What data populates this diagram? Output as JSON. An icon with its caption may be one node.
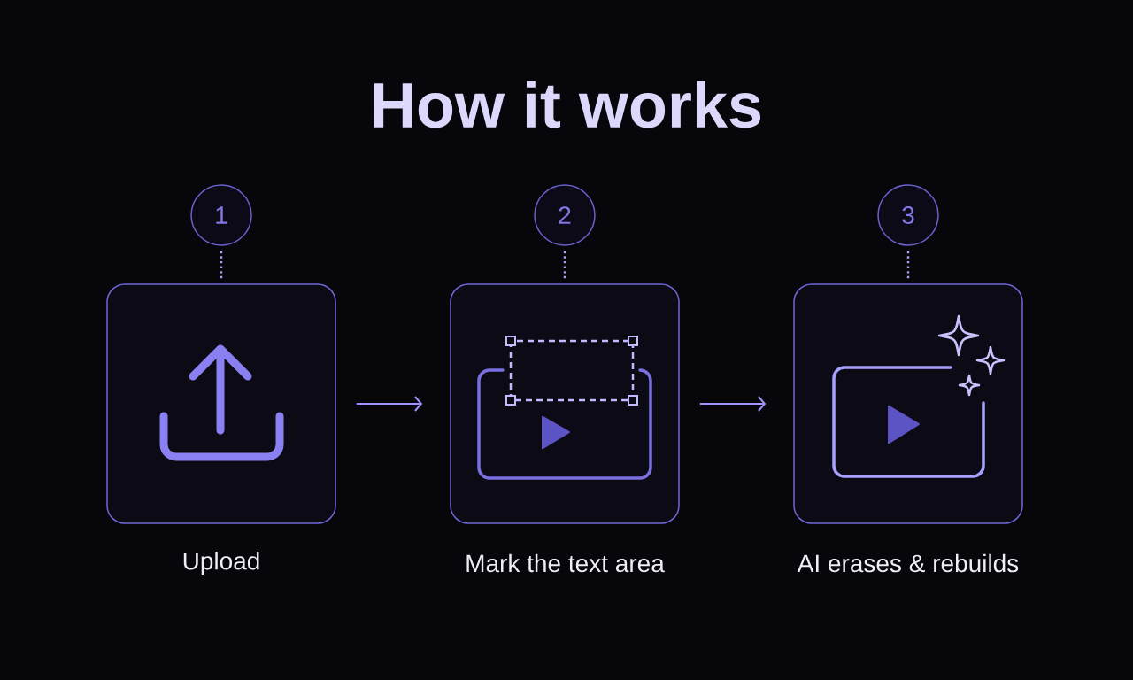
{
  "diagram": {
    "title": "How it works",
    "nodes": [
      {
        "text": [
          "1"
        ]
      },
      {
        "text": [
          "2"
        ]
      },
      {
        "text": [
          "3"
        ]
      },
      {
        "text": [
          "Upload"
        ]
      },
      {
        "text": [
          "Mark the text area"
        ]
      },
      {
        "text": [
          "AI erases & rebuilds"
        ]
      }
    ],
    "edges": [
      {
        "from": 0,
        "to": 3,
        "arrow": "none",
        "style": "dashed"
      },
      {
        "from": 1,
        "to": 4,
        "arrow": "none",
        "style": "dashed"
      },
      {
        "from": 2,
        "to": 5,
        "arrow": "none",
        "style": "dashed"
      },
      {
        "from": 3,
        "to": 4,
        "arrow": "to"
      },
      {
        "from": 4,
        "to": 5,
        "arrow": "to"
      }
    ]
  }
}
